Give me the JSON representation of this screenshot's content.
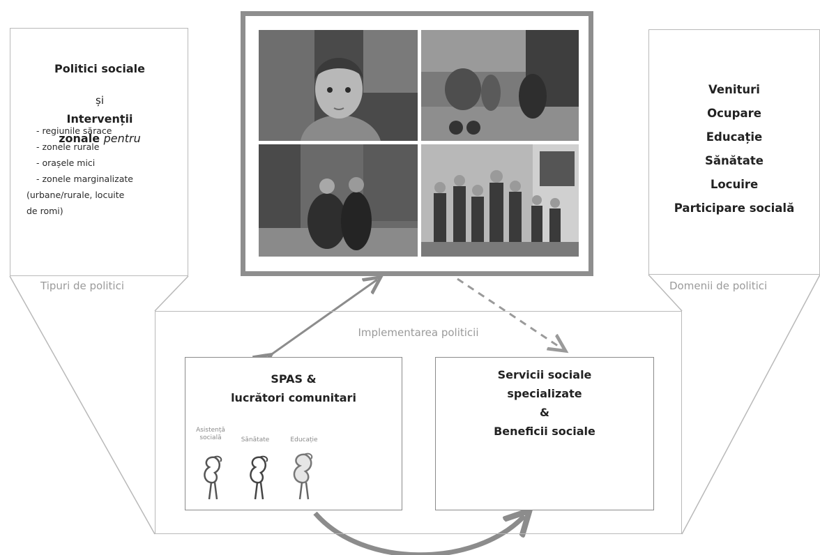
{
  "left_panel": {
    "title_line1": "Politici sociale",
    "title_line2": "și",
    "title_line3": "Intervenții",
    "title_line4_bold": "zonale",
    "title_line4_italic": "pentru",
    "items": [
      "- regiunile sărace",
      "- zonele rurale",
      "- orașele mici",
      "- zonele marginalizate",
      "(urbane/rurale, locuite",
      "de romi)"
    ],
    "caption": "Tipuri de politici"
  },
  "right_panel": {
    "domains": [
      "Venituri",
      "Ocupare",
      "Educație",
      "Sănătate",
      "Locuire",
      "Participare socială"
    ],
    "caption": "Domenii de politici"
  },
  "implementation": {
    "title": "Implementarea politicii",
    "spas_box": {
      "title_line1": "SPAS &",
      "title_line2": "lucrători comunitari",
      "workers": [
        {
          "label_line1": "Asistență",
          "label_line2": "socială",
          "icon": "worker-figure-icon"
        },
        {
          "label_line1": "Sănătate",
          "label_line2": "",
          "icon": "worker-figure-icon"
        },
        {
          "label_line1": "Educație",
          "label_line2": "",
          "icon": "worker-figure-icon"
        }
      ]
    },
    "services_box": {
      "title_line1": "Servicii sociale",
      "title_line2": "specializate",
      "title_line3": "&",
      "title_line4": "Beneficii sociale"
    }
  },
  "photos": [
    {
      "name": "photo-child-portrait",
      "icon": "child-portrait-photo"
    },
    {
      "name": "photo-street-scene",
      "icon": "street-scene-photo"
    },
    {
      "name": "photo-two-people-doorway",
      "icon": "doorway-photo"
    },
    {
      "name": "photo-group-of-children",
      "icon": "group-photo"
    }
  ],
  "colors": {
    "frame_border": "#8e8e8e",
    "panel_border": "#b9b9b9",
    "arrow_solid": "#8c8c8c",
    "arrow_dashed": "#9a9a9a",
    "caption_gray": "#9a9a9a"
  }
}
